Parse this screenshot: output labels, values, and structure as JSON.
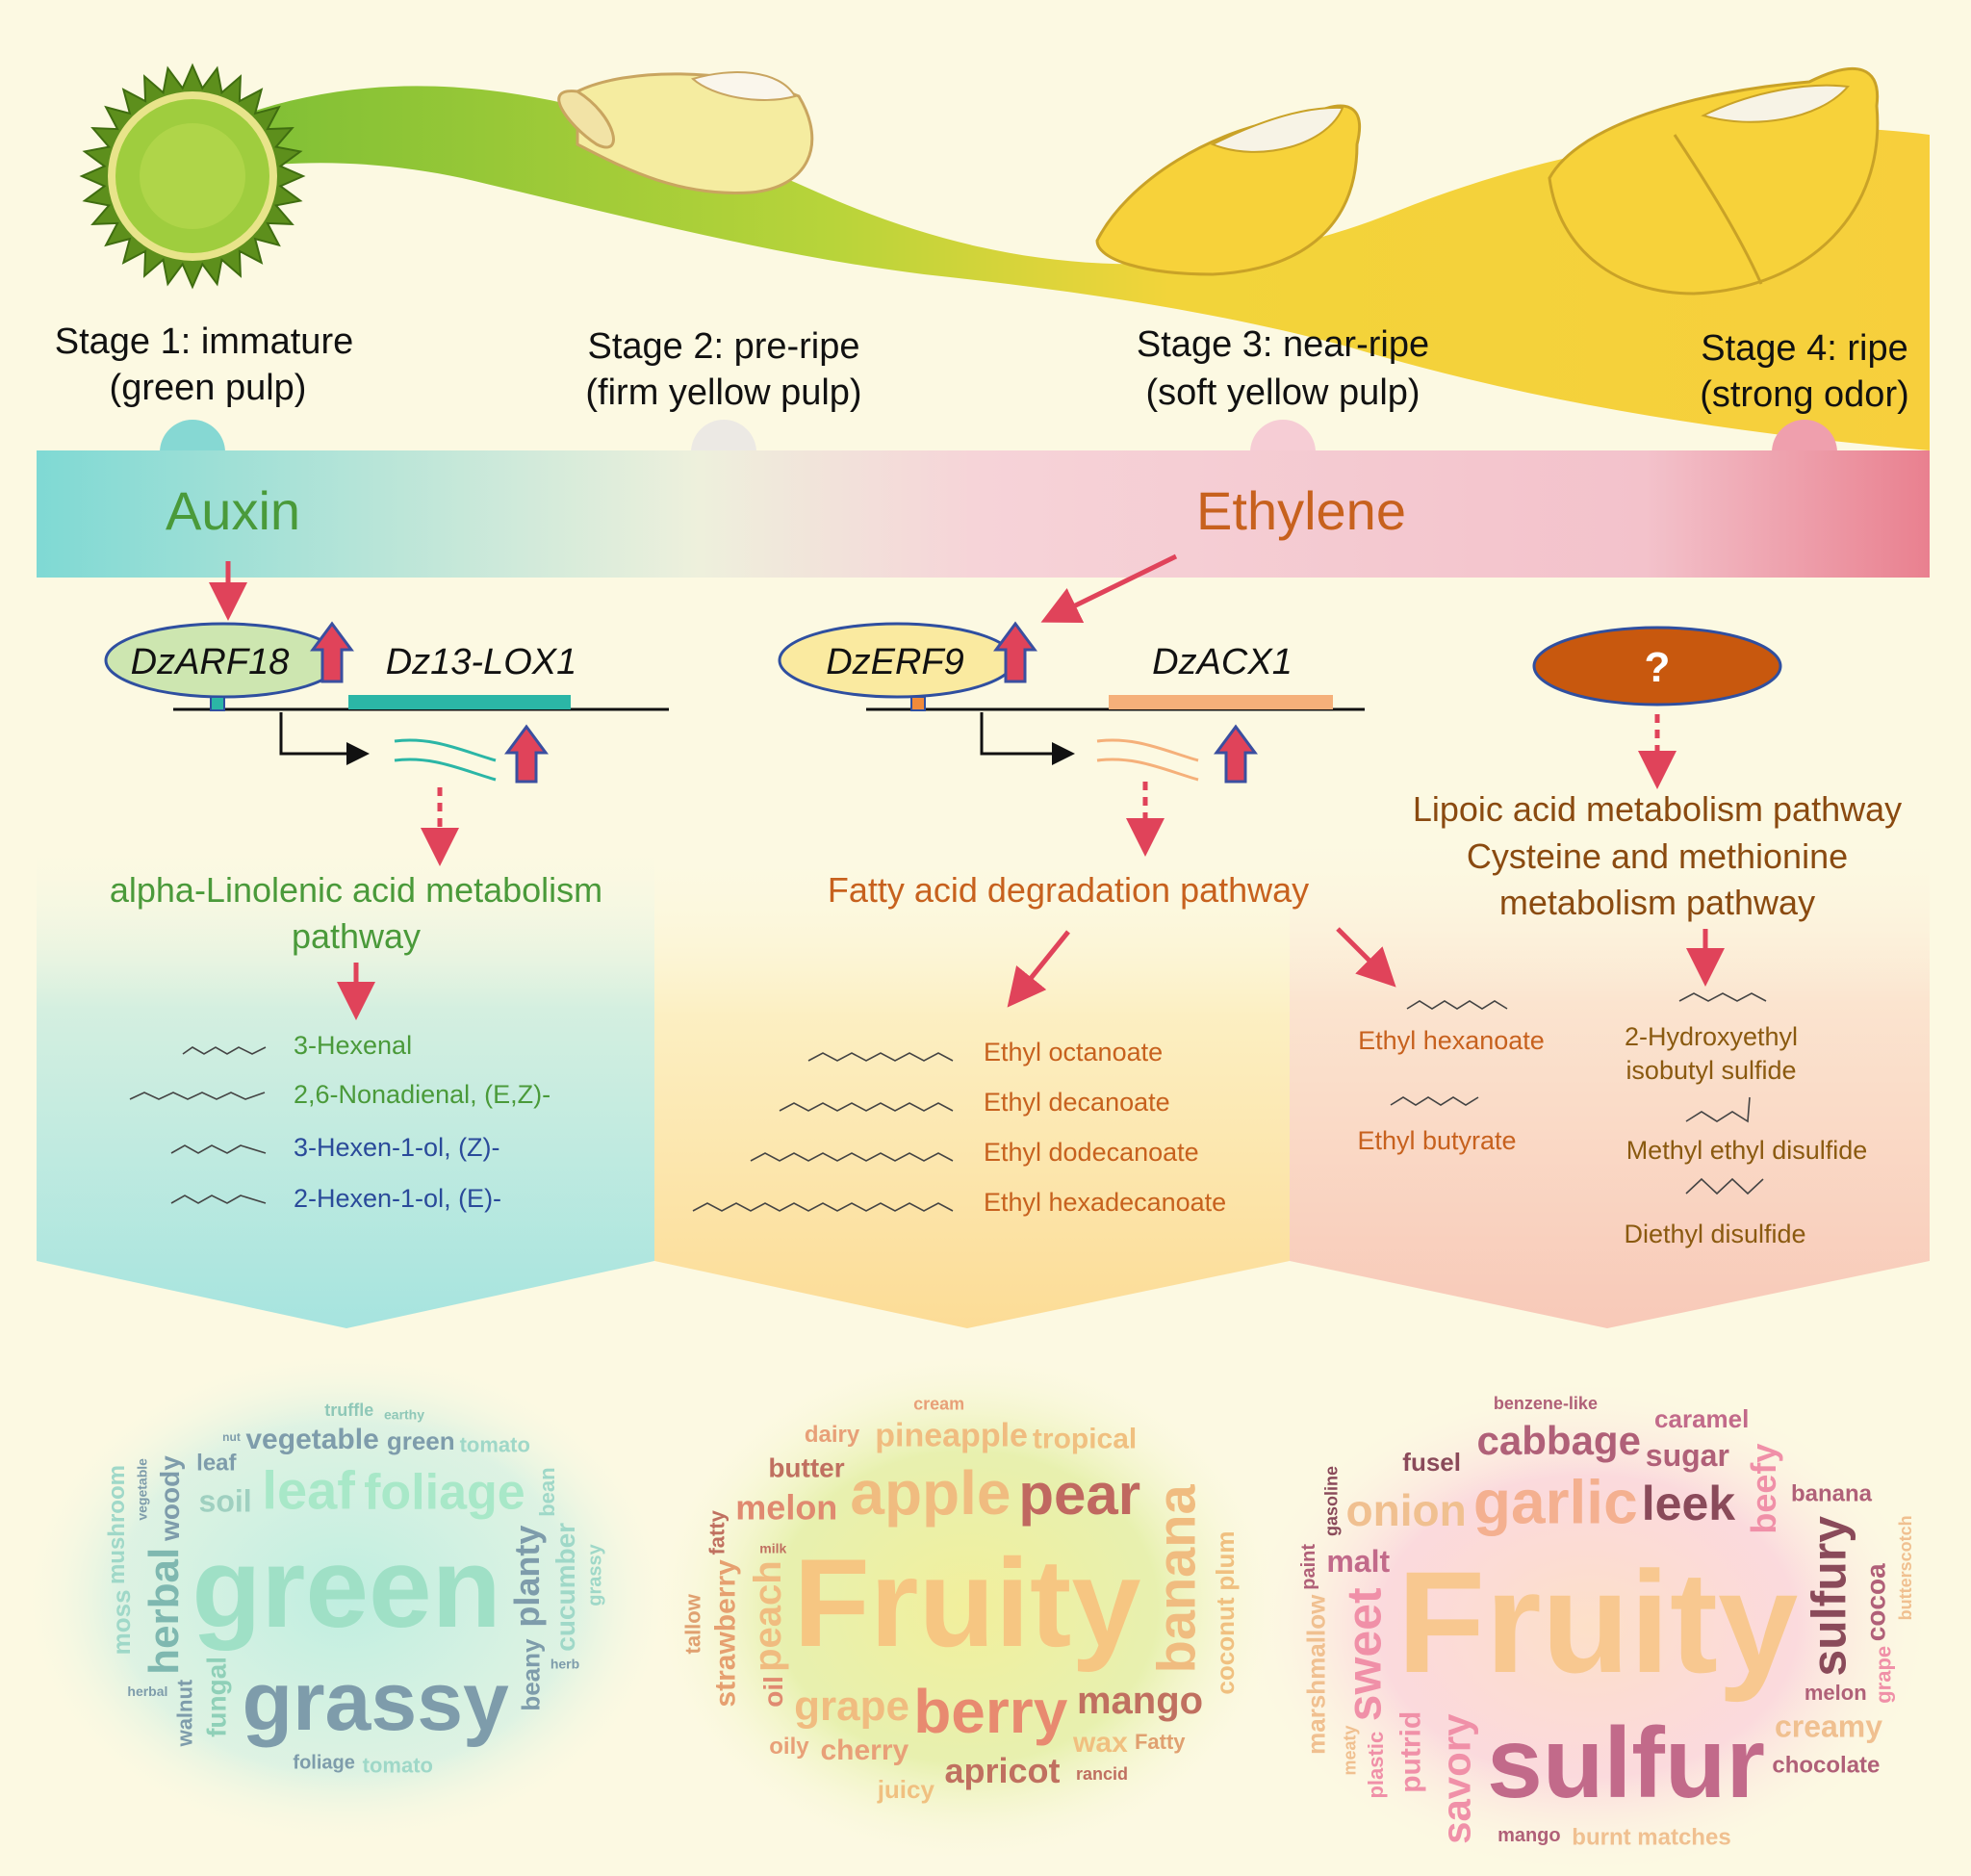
{
  "stages": [
    {
      "title": "Stage 1: immature",
      "subtitle": "(green pulp)"
    },
    {
      "title": "Stage 2: pre-ripe",
      "subtitle": "(firm yellow pulp)"
    },
    {
      "title": "Stage 3: near-ripe",
      "subtitle": "(soft yellow pulp)"
    },
    {
      "title": "Stage 4: ripe",
      "subtitle": "(strong odor)"
    }
  ],
  "hormones": {
    "left": "Auxin",
    "right": "Ethylene"
  },
  "genes": {
    "tf1": "DzARF18",
    "target1": "Dz13-LOX1",
    "tf2": "DzERF9",
    "target2": "DzACX1",
    "tf3": "?"
  },
  "pathways": {
    "left": [
      "alpha-Linolenic acid metabolism",
      "pathway"
    ],
    "middle": [
      "Fatty acid degradation pathway"
    ],
    "right": [
      "Lipoic acid metabolism pathway",
      "Cysteine and methionine",
      "metabolism pathway"
    ]
  },
  "compounds": {
    "left": [
      "3-Hexenal",
      "2,6-Nonadienal, (E,Z)-",
      "3-Hexen-1-ol, (Z)-",
      "2-Hexen-1-ol, (E)-"
    ],
    "middle": [
      "Ethyl octanoate",
      "Ethyl decanoate",
      "Ethyl dodecanoate",
      "Ethyl hexadecanoate"
    ],
    "right_esters": [
      "Ethyl hexanoate",
      "Ethyl butyrate"
    ],
    "right_sulfur": [
      "2-Hydroxyethyl",
      "isobutyl sulfide",
      "Methyl ethyl disulfide",
      "Diethyl disulfide"
    ]
  },
  "colors": {
    "background": "#fcf9e2",
    "auxin": "#4a9a3a",
    "ethylene": "#c7611e",
    "arrow": "#e0435a",
    "bar_left": "#7fd9d4",
    "bar_right": "#e9808f"
  },
  "word_clouds": [
    {
      "words": [
        "green",
        "grassy",
        "foliage",
        "leaf",
        "herbal",
        "vegetable",
        "walnut",
        "planty",
        "green",
        "fungal",
        "beany",
        "soil",
        "tomato",
        "woody",
        "cucumber",
        "mushroom",
        "leaf",
        "foliage",
        "truffle",
        "herbal",
        "vegetable",
        "grassy",
        "moss",
        "herb",
        "nut",
        "earthy",
        "bean",
        "tomato"
      ]
    },
    {
      "words": [
        "Fruity",
        "berry",
        "peach",
        "strawberry",
        "grape",
        "pear",
        "apple",
        "banana",
        "mango",
        "melon",
        "pineapple",
        "apricot",
        "cherry",
        "Fatty",
        "wax",
        "tallow",
        "plum",
        "coconut",
        "oil",
        "juicy",
        "tropical",
        "butter",
        "dairy",
        "oily",
        "rancid",
        "milk",
        "fatty",
        "cream"
      ]
    },
    {
      "words": [
        "Fruity",
        "sulfur",
        "cabbage",
        "garlic",
        "sugar",
        "leek",
        "sulfury",
        "onion",
        "sweet",
        "banana",
        "mango",
        "benzene-like",
        "burnt matches",
        "marshmallow",
        "melon",
        "savory",
        "malt",
        "putrid",
        "fusel",
        "beefy",
        "caramel",
        "cocoa",
        "plastic",
        "butterscotch",
        "creamy",
        "gasoline",
        "chocolate",
        "paint",
        "grape",
        "meaty"
      ]
    }
  ]
}
